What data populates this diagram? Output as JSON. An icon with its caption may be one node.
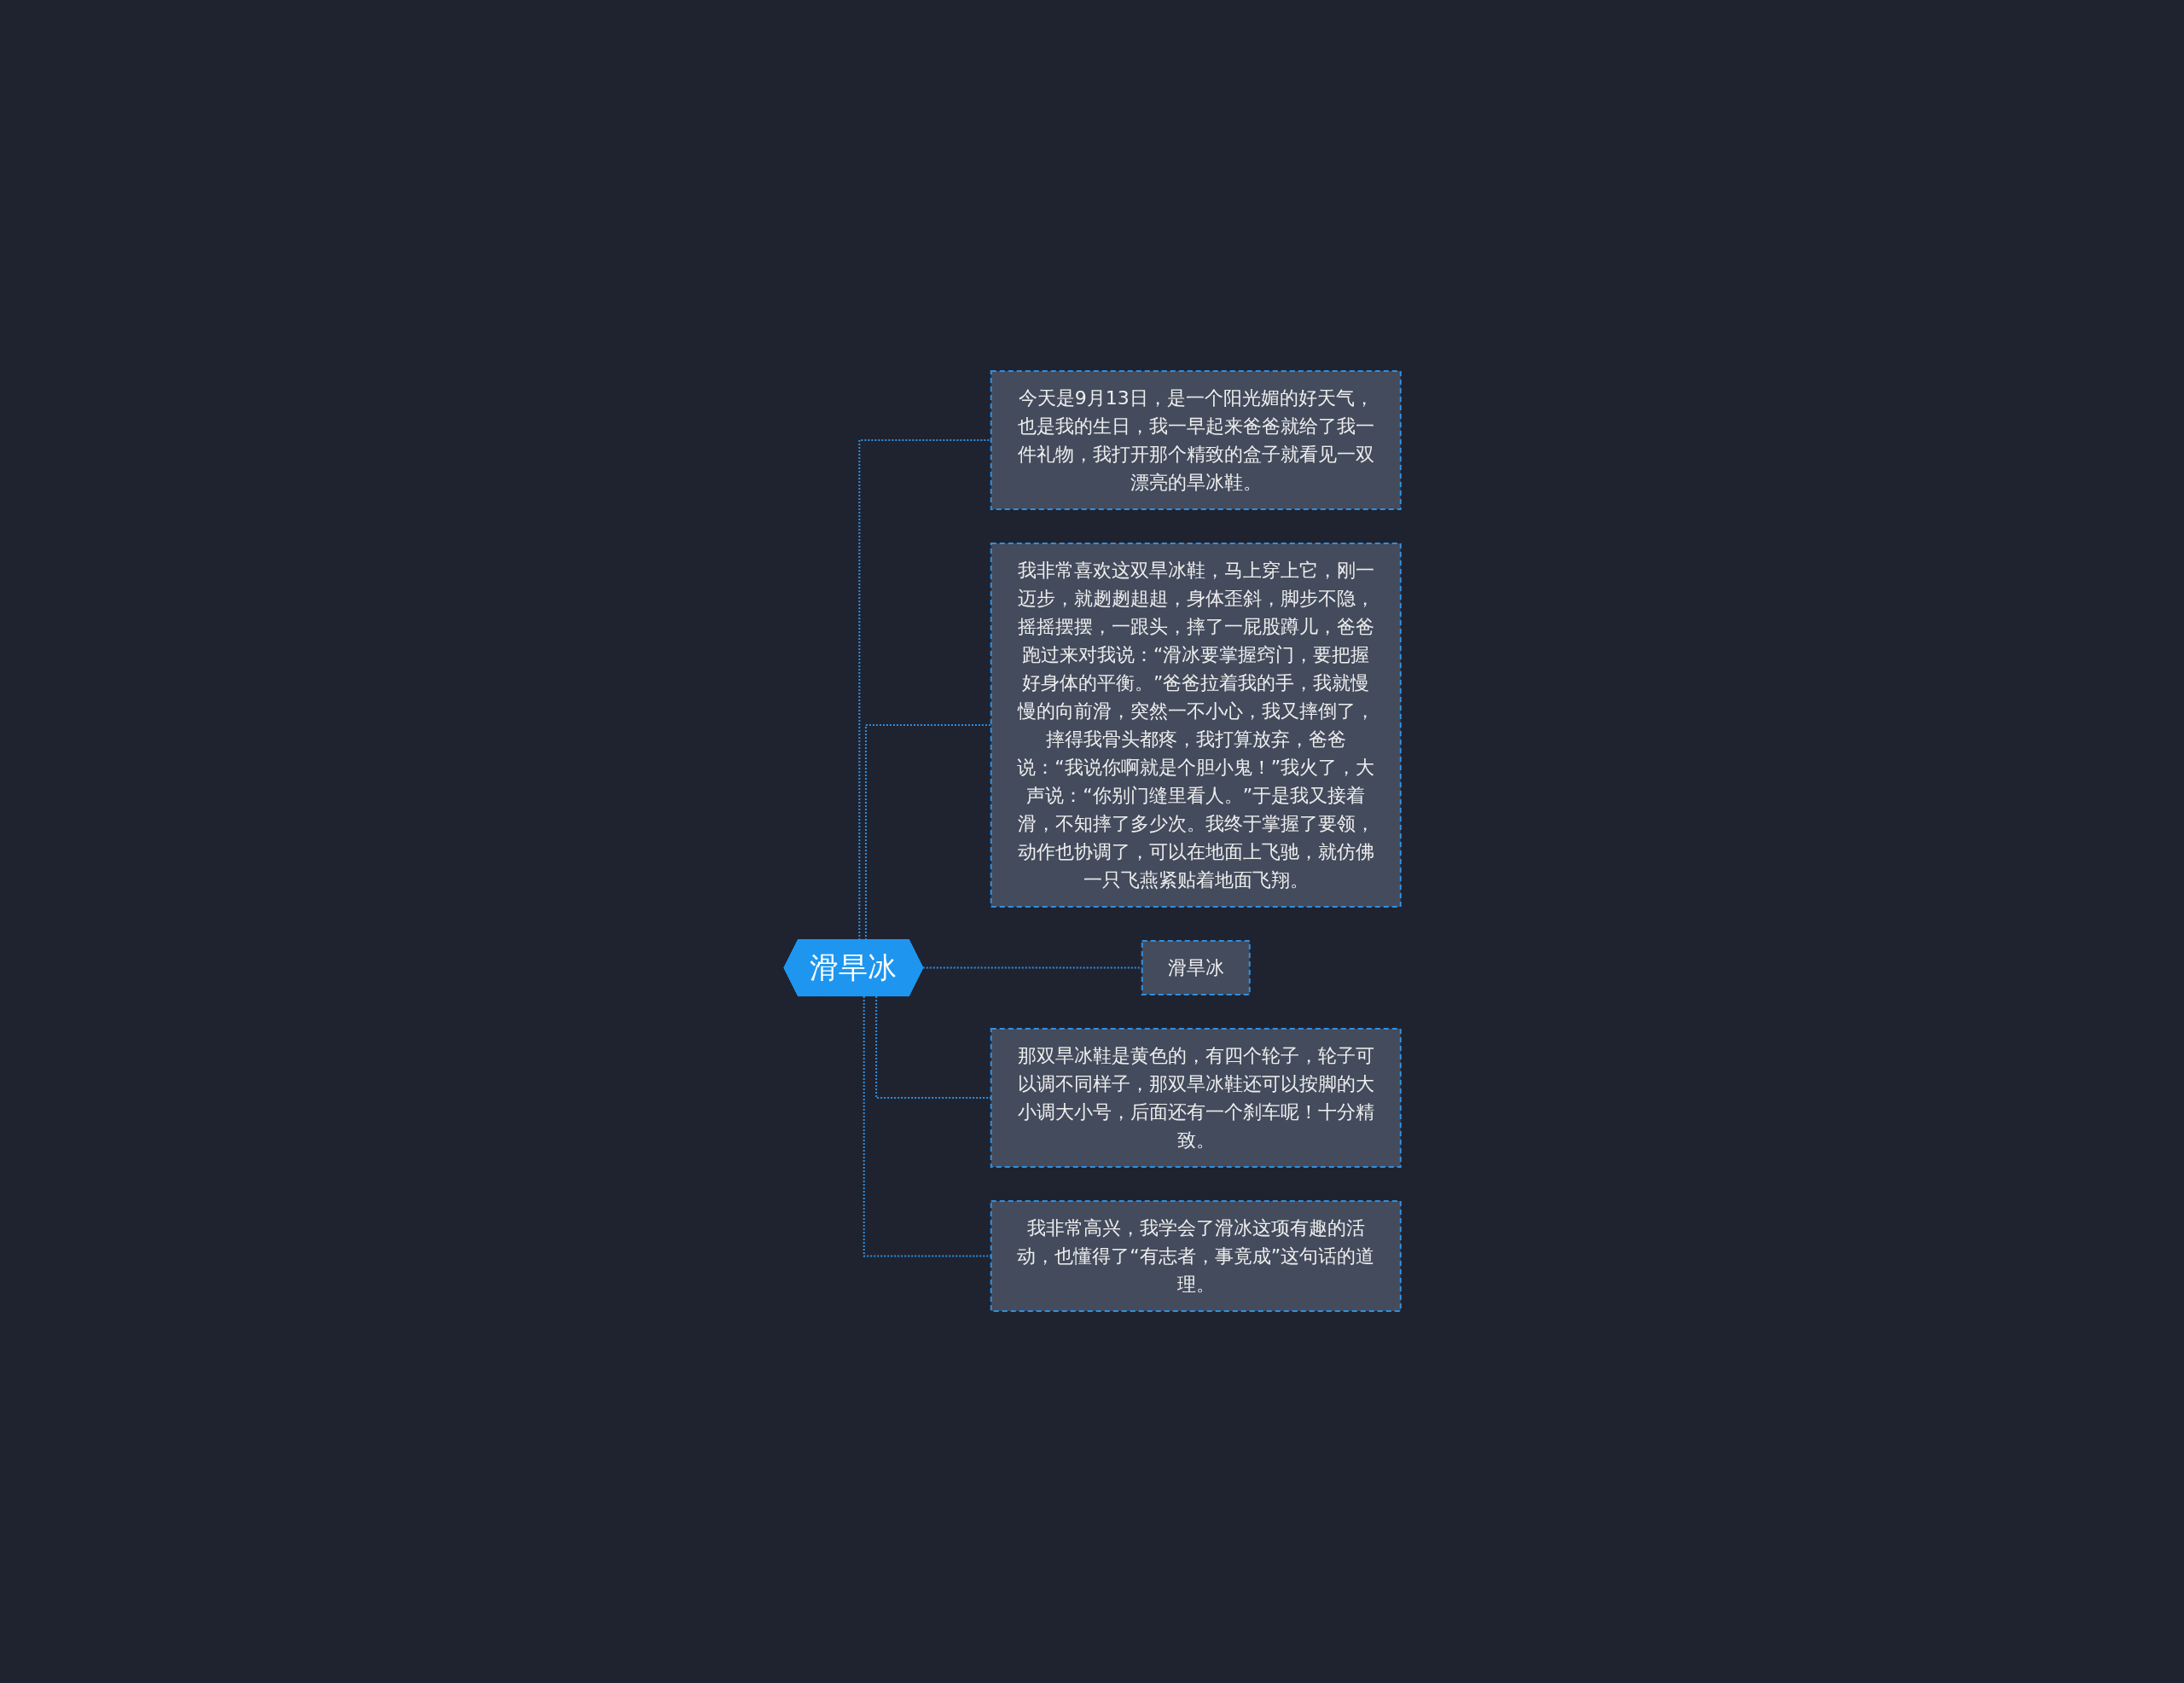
{
  "diagram": {
    "nodes": [
      {
        "text": [
          "滑旱冰"
        ]
      },
      {
        "text": [
          "今天是9月13日，是一个阳光媚的好天气，也是我的生日，我一早起来爸爸就给了我一件礼物，我打开那个精致的盒子就看见一双漂亮的旱冰鞋。"
        ]
      },
      {
        "text": [
          "我非常喜欢这双旱冰鞋，马上穿上它，刚一迈步，就趔趔趄趄，身体歪斜，脚步不隐，摇摇摆摆，一跟头，摔了一屁股蹲儿，爸爸跑过来对我说：“滑冰要掌握窍门，要把握好身体的平衡。”爸爸拉着我的手，我就慢慢的向前滑，突然一不小心，我又摔倒了，摔得我骨头都疼，我打算放弃，爸爸说：“我说你啊就是个胆小鬼！”我火了，大声说：“你别门缝里看人。”于是我又接着滑，不知摔了多少次。我终于掌握了要领，动作也协调了，可以在地面上飞驰，就仿佛一只飞燕紧贴着地面飞翔。"
        ]
      },
      {
        "text": [
          "滑旱冰"
        ]
      },
      {
        "text": [
          "那双旱冰鞋是黄色的，有四个轮子，轮子可以调不同样子，那双旱冰鞋还可以按脚的大小调大小号，后面还有一个刹车呢！十分精致。"
        ]
      },
      {
        "text": [
          "我非常高兴，我学会了滑冰这项有趣的活动，也懂得了“有志者，事竟成”这句话的道理。"
        ]
      }
    ],
    "edges": [
      {
        "from": 0,
        "to": 1,
        "arrow": "none",
        "style": "dashed"
      },
      {
        "from": 0,
        "to": 2,
        "arrow": "none",
        "style": "dashed"
      },
      {
        "from": 0,
        "to": 3,
        "arrow": "none",
        "style": "dashed"
      },
      {
        "from": 0,
        "to": 4,
        "arrow": "none",
        "style": "dashed"
      },
      {
        "from": 0,
        "to": 5,
        "arrow": "none",
        "style": "dashed"
      }
    ]
  }
}
